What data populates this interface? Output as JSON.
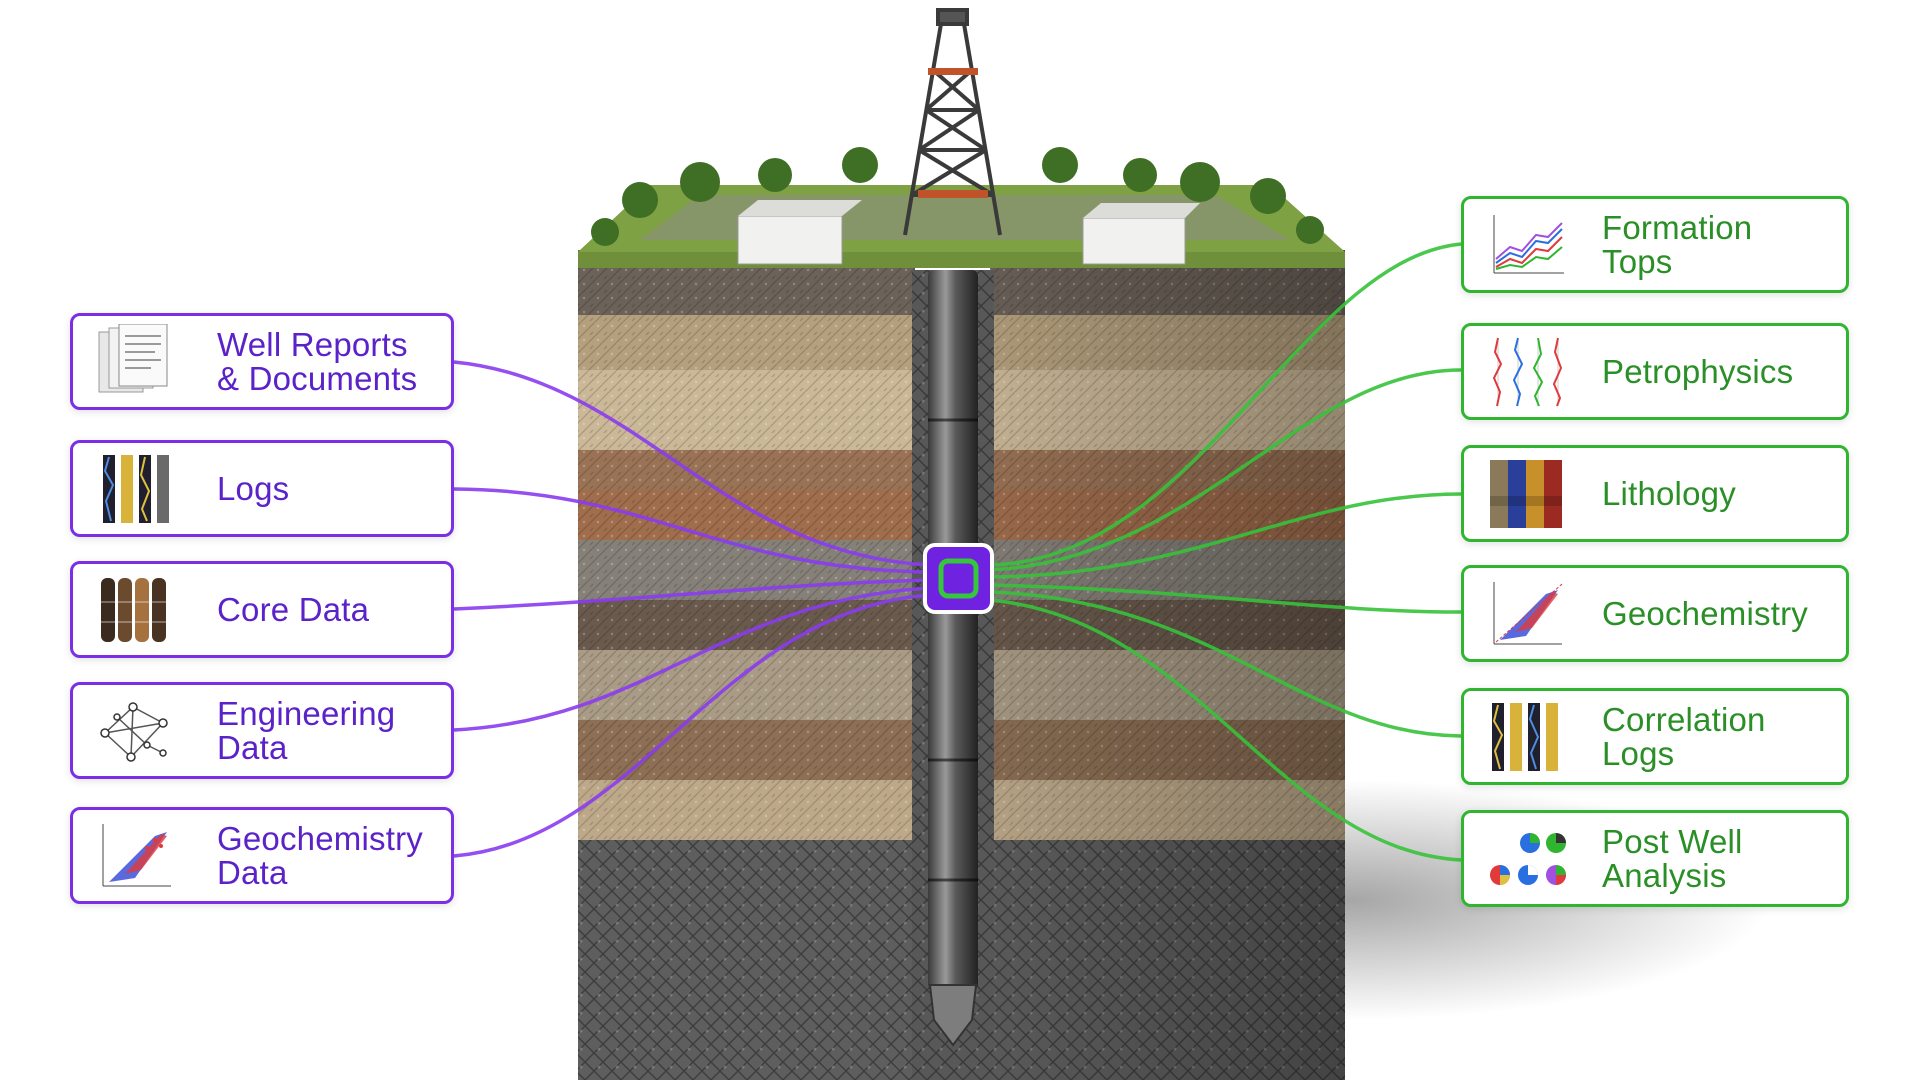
{
  "colors": {
    "left_accent": "#7a2fe6",
    "left_text": "#5b22c9",
    "right_accent": "#2fb52f",
    "right_text": "#2b8f27",
    "hub_fill": "#6f22e0",
    "hub_inner": "#36c63b"
  },
  "left_inputs": [
    {
      "label": "Well Reports\n& Documents",
      "icon": "documents-icon"
    },
    {
      "label": "Logs",
      "icon": "log-strips-icon"
    },
    {
      "label": "Core Data",
      "icon": "core-samples-icon"
    },
    {
      "label": "Engineering\nData",
      "icon": "network-graph-icon"
    },
    {
      "label": "Geochemistry\nData",
      "icon": "scatter-plot-icon"
    }
  ],
  "right_outputs": [
    {
      "label": "Formation\nTops",
      "icon": "line-chart-icon"
    },
    {
      "label": "Petrophysics",
      "icon": "log-curves-icon"
    },
    {
      "label": "Lithology",
      "icon": "lithology-blocks-icon"
    },
    {
      "label": "Geochemistry",
      "icon": "scatter-plot-icon"
    },
    {
      "label": "Correlation\nLogs",
      "icon": "log-strips-icon"
    },
    {
      "label": "Post Well\nAnalysis",
      "icon": "pie-charts-icon"
    }
  ]
}
